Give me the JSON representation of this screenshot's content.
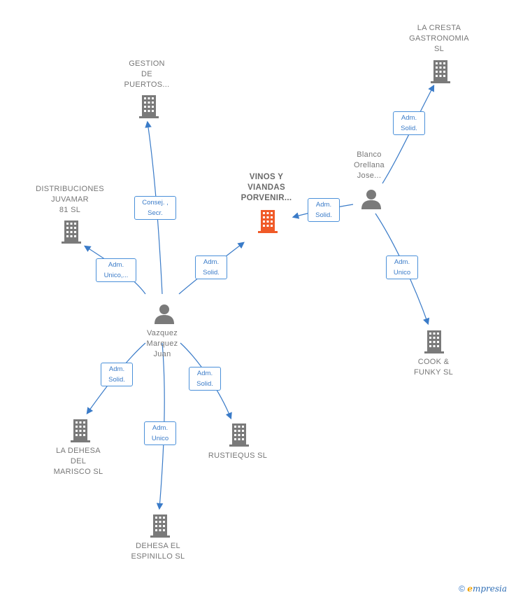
{
  "nodes": {
    "vinos": "VINOS Y\nVIANDAS\nPORVENIR...",
    "gestion": "GESTION\nDE\nPUERTOS...",
    "distribuciones": "DISTRIBUCIONES\nJUVAMAR\n81 SL",
    "cresta": "LA CRESTA\nGASTRONOMIA\nSL",
    "blanco": "Blanco\nOrellana\nJose...",
    "vazquez": "Vazquez\nMarquez\nJuan",
    "cook": "COOK &\nFUNKY  SL",
    "dehesa_marisco": "LA DEHESA\nDEL\nMARISCO  SL",
    "rustiequs": "RUSTIEQUS SL",
    "dehesa_espinillo": "DEHESA EL\nESPINILLO  SL"
  },
  "relations": {
    "consej": "Consej. ,\nSecr.",
    "adm_unico_dots": "Adm.\nUnico,...",
    "adm_solid_vinos_vazquez": "Adm.\nSolid.",
    "adm_solid_vinos_blanco": "Adm.\nSolid.",
    "adm_solid_cresta": "Adm.\nSolid.",
    "adm_unico_cook": "Adm.\nUnico",
    "adm_solid_marisco": "Adm.\nSolid.",
    "adm_unico_espinillo": "Adm.\nUnico",
    "adm_solid_rustiequs": "Adm.\nSolid."
  },
  "colors": {
    "focus_building": "#f05a28",
    "building": "#7a7a7a",
    "person": "#7a7a7a",
    "link": "#3a7bc8"
  },
  "footer": {
    "copyright": "©",
    "brand_initial": "e",
    "brand_rest": "mpresia"
  }
}
